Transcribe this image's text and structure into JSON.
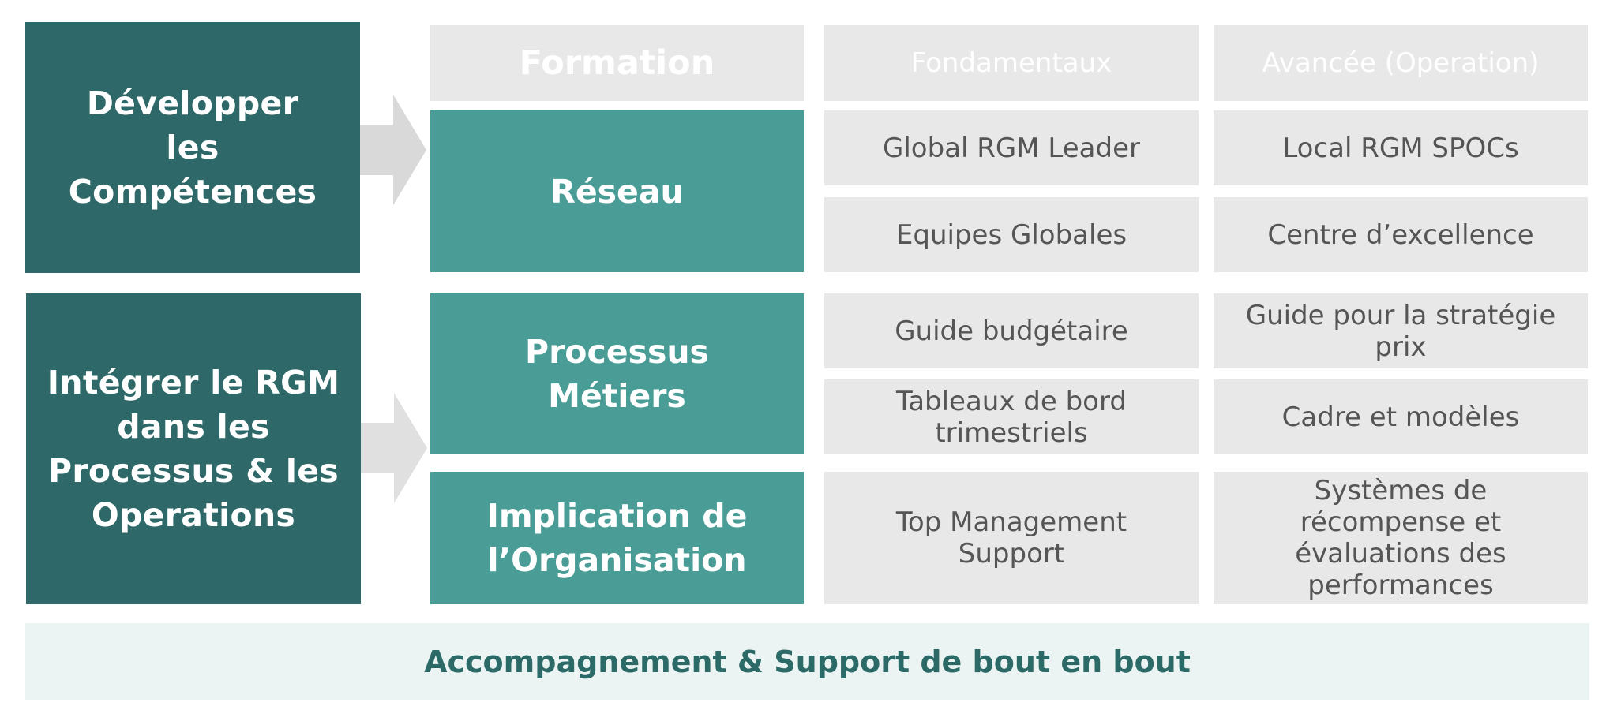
{
  "pillars": [
    "Développer\nles\nCompétences",
    "Intégrer le RGM\ndans les\nProcessus & les\nOperations"
  ],
  "header": {
    "formation": "Formation",
    "fondamentaux": "Fondamentaux",
    "avancee": "Avancée (Operation)"
  },
  "categories": {
    "reseau": "Réseau",
    "processus": "Processus\nMétiers",
    "implication": "Implication de\nl’Organisation"
  },
  "cells": {
    "reseau_1_fond": "Global RGM Leader",
    "reseau_1_av": "Local RGM SPOCs",
    "reseau_2_fond": "Equipes Globales",
    "reseau_2_av": "Centre d’excellence",
    "processus_1_fond": "Guide budgétaire",
    "processus_1_av": "Guide pour la stratégie\nprix",
    "processus_2_fond": "Tableaux de bord\ntrimestriels",
    "processus_2_av": "Cadre et modèles",
    "implication_fond": "Top Management\nSupport",
    "implication_av": "Systèmes de\nrécompense et\névaluations des\nperformances"
  },
  "footer": "Accompagnement & Support de bout en bout",
  "colors": {
    "pillar": "#2e6868",
    "category": "#4a9d96",
    "cell": "#e8e8e8",
    "band": "#ebf4f2",
    "band_text": "#2c6a67"
  }
}
